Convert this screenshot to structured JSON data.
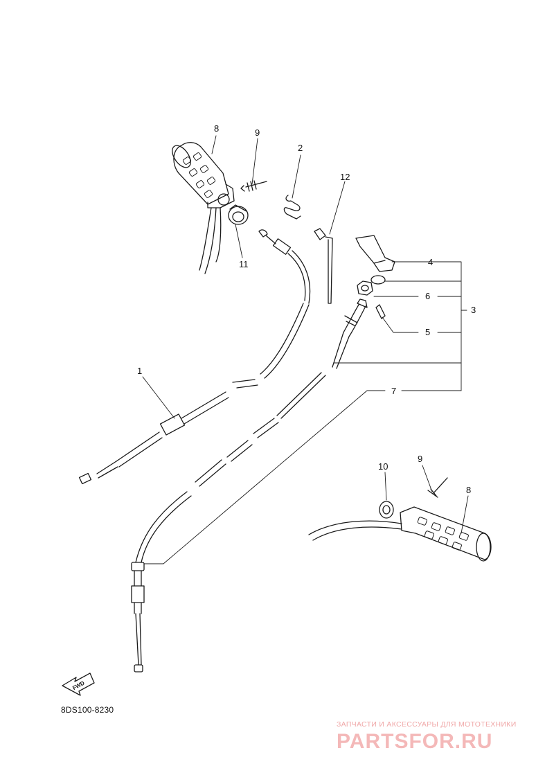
{
  "diagram": {
    "part_code": "8DS100-8230",
    "fwd_label": "FWD",
    "callouts": [
      {
        "id": "8-left",
        "label": "8"
      },
      {
        "id": "9-left",
        "label": "9"
      },
      {
        "id": "2",
        "label": "2"
      },
      {
        "id": "12",
        "label": "12"
      },
      {
        "id": "11",
        "label": "11"
      },
      {
        "id": "4",
        "label": "4"
      },
      {
        "id": "6",
        "label": "6"
      },
      {
        "id": "3",
        "label": "3"
      },
      {
        "id": "5",
        "label": "5"
      },
      {
        "id": "1",
        "label": "1"
      },
      {
        "id": "7",
        "label": "7"
      },
      {
        "id": "10",
        "label": "10"
      },
      {
        "id": "9-right",
        "label": "9"
      },
      {
        "id": "8-right",
        "label": "8"
      }
    ]
  },
  "watermark": {
    "tagline": "ЗАПЧАСТИ И АКСЕССУАРЫ ДЛЯ МОТОТЕХНИКИ",
    "logo": "PARTSFOR.RU"
  }
}
